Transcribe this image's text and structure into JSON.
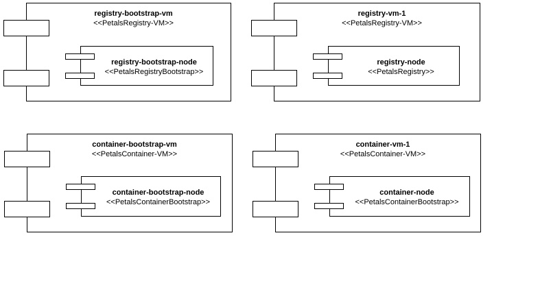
{
  "diagram": {
    "type": "uml-deployment-component-diagram",
    "background_color": "#ffffff",
    "line_color": "#000000",
    "components": [
      {
        "name": "registry-bootstrap-vm",
        "stereotype": "<<PetalsRegistry-VM>>",
        "node": {
          "name": "registry-bootstrap-node",
          "stereotype": "<<PetalsRegistryBootstrap>>"
        }
      },
      {
        "name": "registry-vm-1",
        "stereotype": "<<PetalsRegistry-VM>>",
        "node": {
          "name": "registry-node",
          "stereotype": "<<PetalsRegistry>>"
        }
      },
      {
        "name": "container-bootstrap-vm",
        "stereotype": "<<PetalsContainer-VM>>",
        "node": {
          "name": "container-bootstrap-node",
          "stereotype": "<<PetalsContainerBootstrap>>"
        }
      },
      {
        "name": "container-vm-1",
        "stereotype": "<<PetalsContainer-VM>>",
        "node": {
          "name": "container-node",
          "stereotype": "<<PetalsContainerBootstrap>>"
        }
      }
    ]
  }
}
